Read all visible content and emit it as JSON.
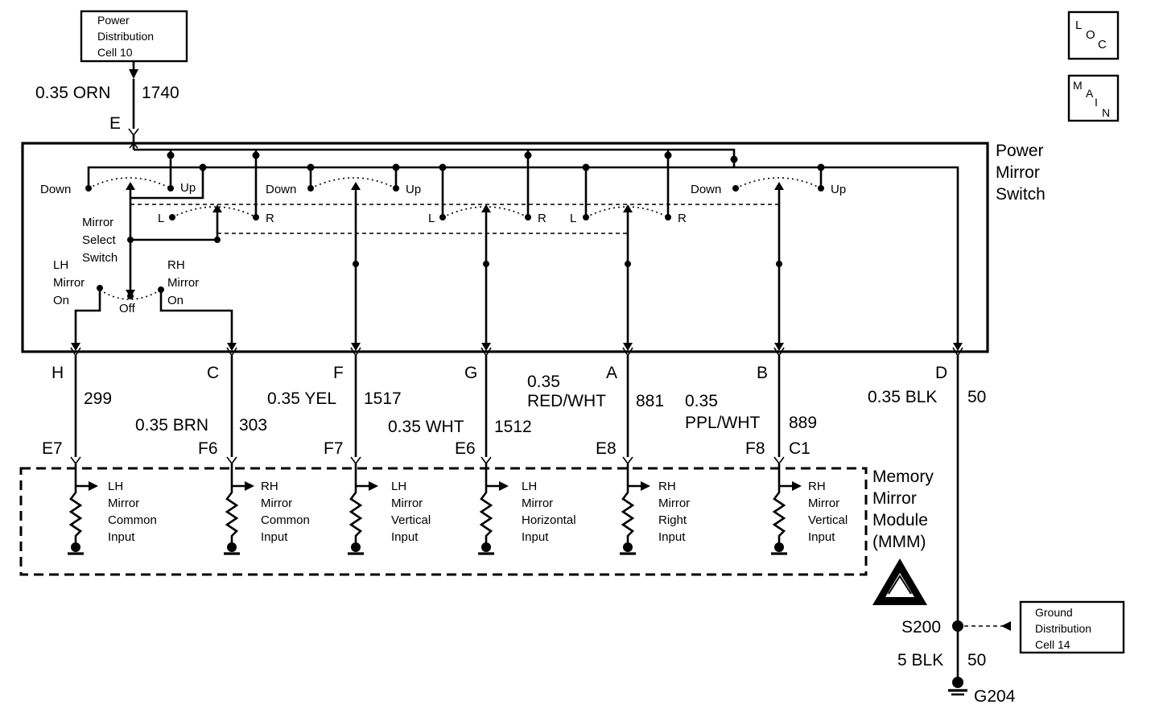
{
  "power_box": {
    "line1": "Power",
    "line2": "Distribution",
    "line3": "Cell 10"
  },
  "top_wire": {
    "gauge": "0.35 ORN",
    "circuit": "1740",
    "pin": "E"
  },
  "loc_badge": {
    "big": "L",
    "o": "O",
    "c": "C"
  },
  "main_badge": {
    "m": "M",
    "a": "A",
    "i": "I",
    "n": "N"
  },
  "switch_title": {
    "line1": "Power",
    "line2": "Mirror",
    "line3": "Switch"
  },
  "switch_labels": {
    "down": "Down",
    "up": "Up",
    "l": "L",
    "r": "R",
    "mirror_select": [
      "Mirror",
      "Select",
      "Switch"
    ],
    "lh_on": [
      "LH",
      "Mirror",
      "On"
    ],
    "rh_on": [
      "RH",
      "Mirror",
      "On"
    ],
    "off": "Off"
  },
  "connectors": {
    "h": {
      "pin": "H",
      "circuit": "299",
      "mmm_pin": "E7"
    },
    "c": {
      "pin": "C",
      "gauge": "0.35 BRN",
      "circuit": "303",
      "mmm_pin": "F6"
    },
    "f": {
      "pin": "F",
      "gauge": "0.35 YEL",
      "circuit": "1517",
      "mmm_pin": "F7"
    },
    "g": {
      "pin": "G",
      "gauge": "0.35 WHT",
      "circuit": "1512",
      "mmm_pin": "E6"
    },
    "a": {
      "pin": "A",
      "gauge1": "0.35",
      "gauge2": "RED/WHT",
      "circuit": "881",
      "mmm_pin": "E8"
    },
    "b": {
      "pin": "B",
      "gauge1": "0.35",
      "gauge2": "PPL/WHT",
      "circuit": "889",
      "mmm_pin": "F8",
      "mmm_pin2": "C1"
    },
    "d": {
      "pin": "D",
      "gauge": "0.35 BLK",
      "circuit": "50"
    }
  },
  "inputs": [
    [
      "LH",
      "Mirror",
      "Common",
      "Input"
    ],
    [
      "RH",
      "Mirror",
      "Common",
      "Input"
    ],
    [
      "LH",
      "Mirror",
      "Vertical",
      "Input"
    ],
    [
      "LH",
      "Mirror",
      "Horizontal",
      "Input"
    ],
    [
      "RH",
      "Mirror",
      "Right",
      "Input"
    ],
    [
      "RH",
      "Mirror",
      "Vertical",
      "Input"
    ]
  ],
  "module_title": {
    "line1": "Memory",
    "line2": "Mirror",
    "line3": "Module",
    "line4": "(MMM)"
  },
  "splice": {
    "name": "S200",
    "gauge": "5 BLK",
    "circuit": "50",
    "ground": "G204"
  },
  "ground_box": {
    "line1": "Ground",
    "line2": "Distribution",
    "line3": "Cell 14"
  },
  "esd_symbol": "esd-sensitive"
}
